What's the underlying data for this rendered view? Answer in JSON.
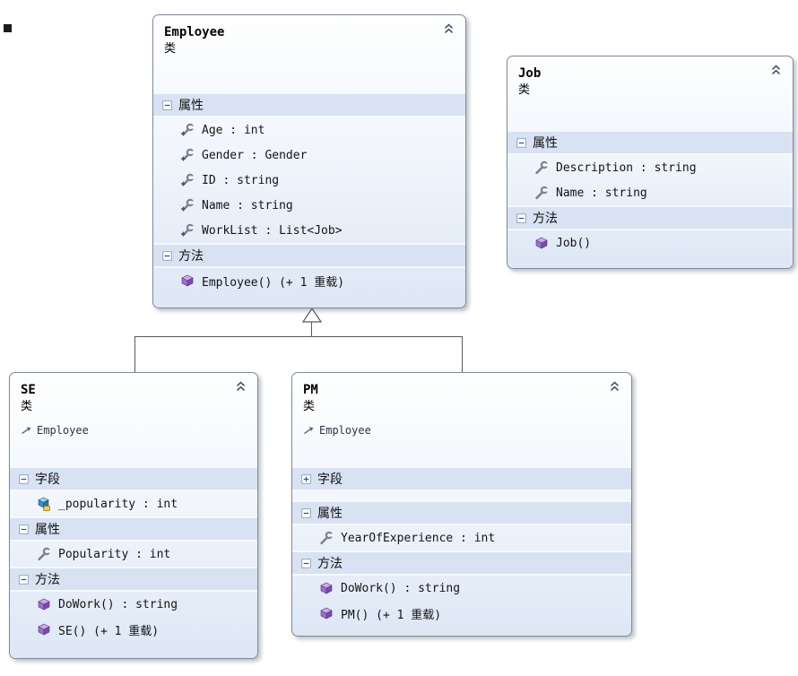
{
  "diagram": {
    "classes": [
      {
        "name": "Employee",
        "kind": "类",
        "sections": [
          {
            "label": "属性",
            "state": "expanded",
            "items": [
              {
                "icon": "property-wrench-star-icon",
                "text": "Age : int"
              },
              {
                "icon": "property-wrench-star-icon",
                "text": "Gender : Gender"
              },
              {
                "icon": "property-wrench-star-icon",
                "text": "ID : string"
              },
              {
                "icon": "property-wrench-star-icon",
                "text": "Name : string"
              },
              {
                "icon": "property-wrench-star-icon",
                "text": "WorkList : List<Job>"
              }
            ]
          },
          {
            "label": "方法",
            "state": "expanded",
            "items": [
              {
                "icon": "method-cube-icon",
                "text": "Employee() (+ 1 重载)"
              }
            ]
          }
        ]
      },
      {
        "name": "Job",
        "kind": "类",
        "sections": [
          {
            "label": "属性",
            "state": "expanded",
            "items": [
              {
                "icon": "property-wrench-icon",
                "text": "Description : string"
              },
              {
                "icon": "property-wrench-icon",
                "text": "Name : string"
              }
            ]
          },
          {
            "label": "方法",
            "state": "expanded",
            "items": [
              {
                "icon": "method-cube-icon",
                "text": "Job()"
              }
            ]
          }
        ]
      },
      {
        "name": "SE",
        "kind": "类",
        "base": "Employee",
        "sections": [
          {
            "label": "字段",
            "state": "expanded",
            "items": [
              {
                "icon": "private-field-lock-icon",
                "text": "_popularity : int"
              }
            ]
          },
          {
            "label": "属性",
            "state": "expanded",
            "items": [
              {
                "icon": "property-wrench-icon",
                "text": "Popularity : int"
              }
            ]
          },
          {
            "label": "方法",
            "state": "expanded",
            "items": [
              {
                "icon": "method-cube-icon",
                "text": "DoWork() : string"
              },
              {
                "icon": "method-cube-icon",
                "text": "SE() (+ 1 重载)"
              }
            ]
          }
        ]
      },
      {
        "name": "PM",
        "kind": "类",
        "base": "Employee",
        "sections": [
          {
            "label": "字段",
            "state": "collapsed",
            "items": []
          },
          {
            "label": "属性",
            "state": "expanded",
            "items": [
              {
                "icon": "property-wrench-icon",
                "text": "YearOfExperience : int"
              }
            ]
          },
          {
            "label": "方法",
            "state": "expanded",
            "items": [
              {
                "icon": "method-cube-icon",
                "text": "DoWork() : string"
              },
              {
                "icon": "method-cube-icon",
                "text": "PM() (+ 1 重载)"
              }
            ]
          }
        ]
      }
    ],
    "relations": [
      {
        "type": "inheritance",
        "from": "SE",
        "to": "Employee"
      },
      {
        "type": "inheritance",
        "from": "PM",
        "to": "Employee"
      }
    ],
    "colors": {
      "box_border": "#7f8a9a",
      "section_band": "#d8e2f2",
      "connector": "#5a5a5a",
      "method_purple": "#7a4ba8",
      "field_blue": "#3e8fc7"
    }
  }
}
